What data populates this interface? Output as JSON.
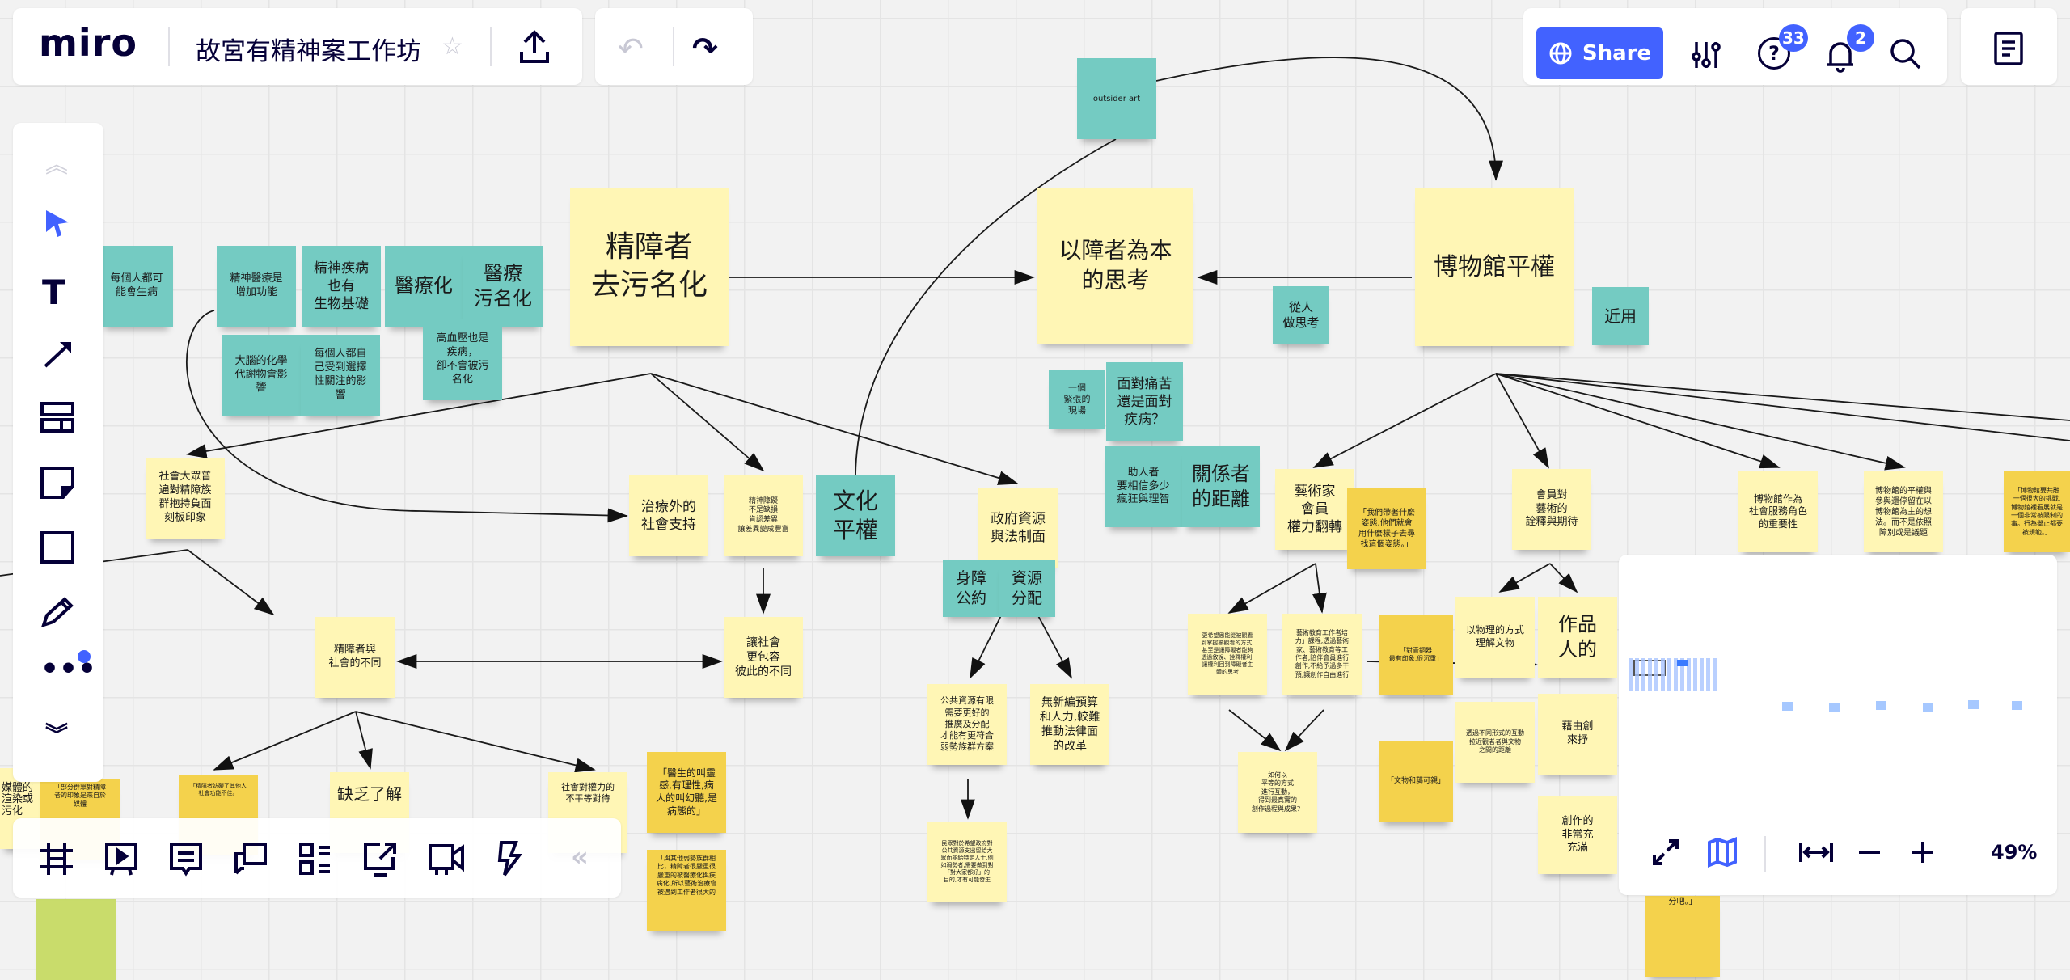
{
  "header": {
    "logo": "miro",
    "board_title": "故宮有精神案工作坊",
    "share_label": "Share",
    "help_badge": "33",
    "notification_badge": "2"
  },
  "minimap": {
    "zoom_level": "49%"
  },
  "colors": {
    "accent": "#4262ff",
    "teal": "#74cbc2",
    "yellow": "#fff6b5",
    "dark_yellow": "#f4d24c",
    "green": "#c9dc6b"
  },
  "notes": [
    "outsider art",
    "每個人都可\n能會生病",
    "精神醫療是\n增加功能",
    "精神疾病\n也有\n生物基礎",
    "醫療化",
    "醫療\n污名化",
    "大腦的化學\n代謝物會影\n響",
    "每個人都自\n己受到選擇\n性關注的影\n響",
    "高血壓也是\n疾病，\n卻不會被污\n名化",
    "精障者\n去污名化",
    "以障者為本\n的思考",
    "博物館平權",
    "從人\n做思考",
    "近用",
    "一個\n緊張的\n現場",
    "面對痛苦\n還是面對\n疾病？",
    "助人者\n要相信多少\n瘋狂與理智",
    "關係者\n的距離",
    "社會大眾普\n遍對精障族\n群抱持負面\n刻板印象",
    "治療外的\n社會支持",
    "精神障礙\n不是缺損\n肯認差異\n讓差異變成豐富",
    "文化\n平權",
    "政府資源\n與法制面",
    "身障\n公約",
    "資源\n分配",
    "藝術家\n會員\n權力翻轉",
    "「我們帶著什麼\n姿態,他們就會\n用什麼樣子去尋\n找這個姿態。」",
    "會員對\n藝術的\n詮釋與期待",
    "博物館作為\n社會服務角色\n的重要性",
    "博物館的平權與\n參與還停留在以\n博物館為主的想\n法。而不是依照\n障別或是議題",
    "「博物館要共融\n一個很大的挑戰,\n博物館裡看展就是\n一個非常被限制的\n事。行為舉止都要\n被規範。」",
    "精障者與\n社會的不同",
    "讓社會\n更包容\n彼此的不同",
    "公共資源有限\n需要更好的\n推廣及分配\n才能有更符合\n弱勢族群方案",
    "無新編預算\n和人力,較難\n推動法律面\n的改革",
    "更希望思能從被觀看\n到掌握被觀看的方式,\n甚至是讓障礙者能夠\n透過敘說、詮釋權利,\n讓權利回到障礙者主\n體的思考",
    "藝術教育工作者培\n力」課程,透過藝術\n家、藝術教育等工\n作者,陪伴會員進行\n創作,不給予過多干\n預,讓創作自由進行",
    "「對青銅器\n最有印象,很沉重」",
    "以物理的方式\n理解文物",
    "作品\n人的",
    "透過不同形式的互動\n拉近觀者者與文物\n之間的距離",
    "「文物和藹可親」",
    "如何以\n平等的方式\n進行互動，\n得到最真實的\n創作過程與成果？",
    "民眾對於希望政府對\n公共資源支出留給大\n眾而非給特定人士,例\n如弱勢者,需要做到對\n「對大家都好」的\n目的,才有可能發生",
    "藉由創\n來抒",
    "創作的\n非常充\n充滿",
    "媒體的\n渲染或\n污化",
    "「部分群眾對精障\n者的印象是來自於\n媒體",
    "「精障者妨礙了其他人\n社會功能不佳。",
    "缺乏了解",
    "社會對權力的\n不平等對待",
    "「醫生的叫靈\n感,有理性,病\n人的叫幻聽,是\n病態的」",
    "「與其他弱勢族群相\n比，精障者很嚴重很\n嚴重的被醫療化與疾\n病化,所以藝術治療會\n被遇到工作者很大的",
    "",
    "分吧。」"
  ]
}
